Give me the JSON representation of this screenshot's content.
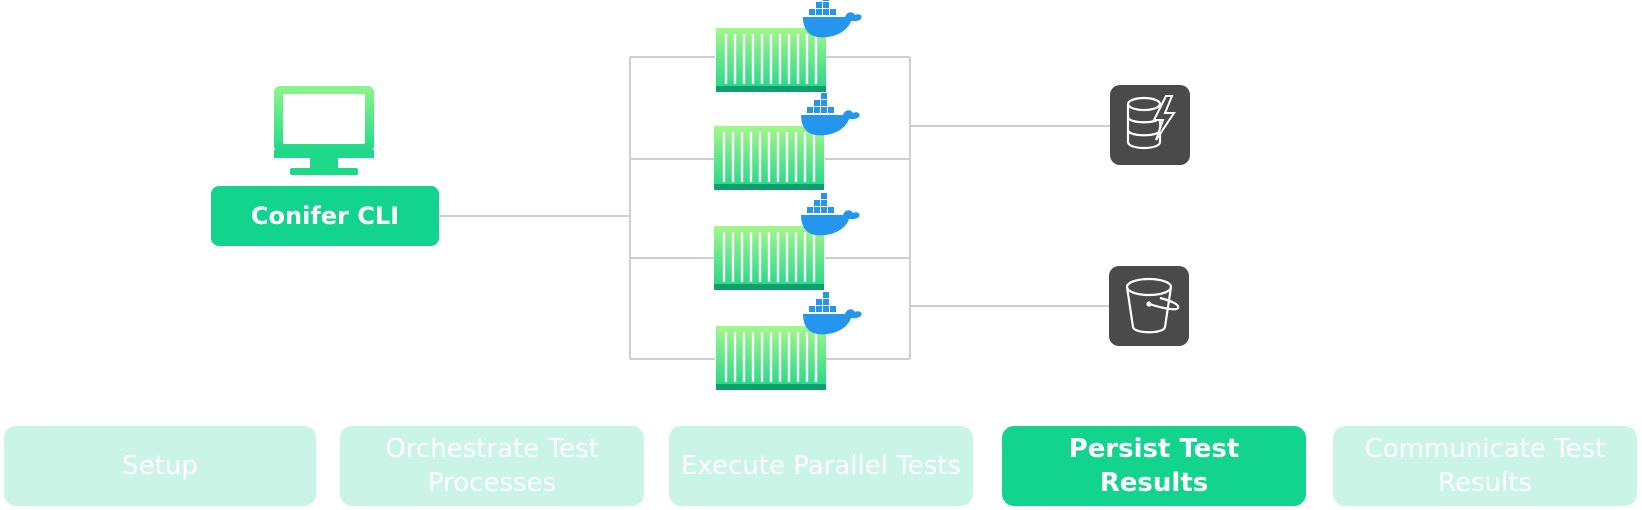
{
  "cli": {
    "label": "Conifer CLI",
    "icon": "monitor-icon"
  },
  "containers": [
    {
      "name": "container-1",
      "icon": "docker-whale-icon"
    },
    {
      "name": "container-2",
      "icon": "docker-whale-icon"
    },
    {
      "name": "container-3",
      "icon": "docker-whale-icon"
    },
    {
      "name": "container-4",
      "icon": "docker-whale-icon"
    }
  ],
  "storage": [
    {
      "name": "dynamodb",
      "icon": "database-lightning-icon"
    },
    {
      "name": "s3",
      "icon": "bucket-icon"
    }
  ],
  "steps": [
    {
      "label": "Setup",
      "active": false
    },
    {
      "label": "Orchestrate Test Processes",
      "active": false
    },
    {
      "label": "Execute Parallel Tests",
      "active": false
    },
    {
      "label": "Persist Test Results",
      "active": true
    },
    {
      "label": "Communicate Test Results",
      "active": false
    }
  ],
  "colors": {
    "accent": "#13d48f",
    "inactive_step": "#caf5e6",
    "connector": "#cfcfcf",
    "storage_tile": "#4a4a4a",
    "docker": "#2496ed"
  }
}
